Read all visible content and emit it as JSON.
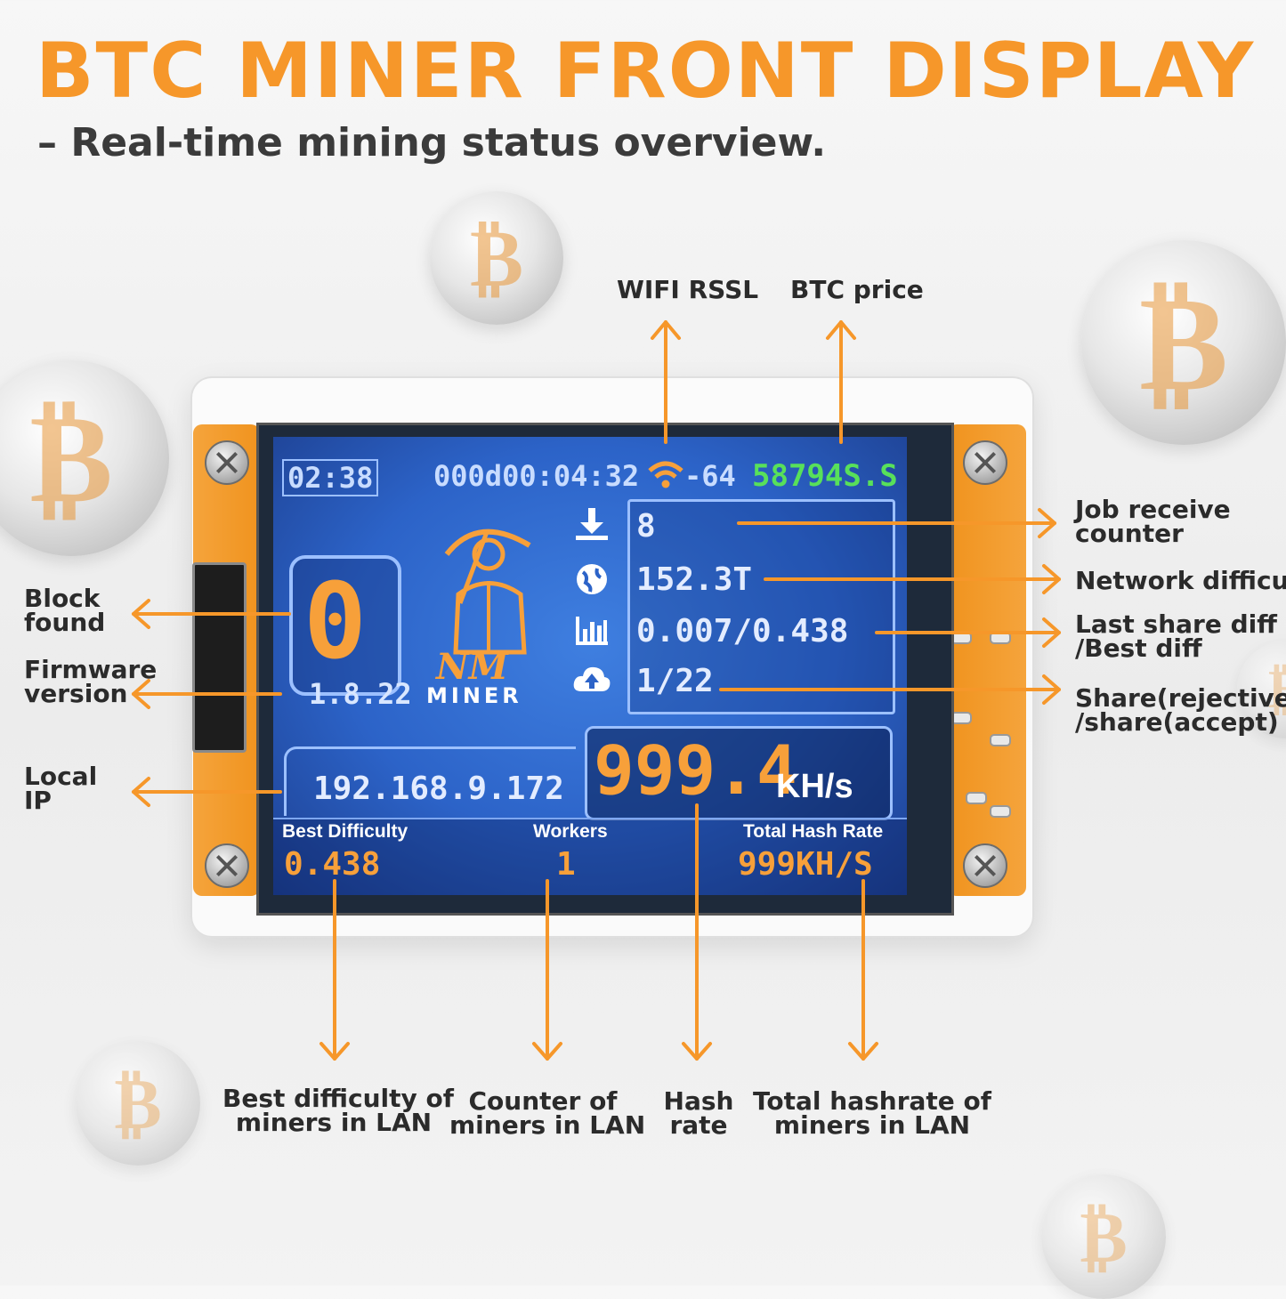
{
  "header": {
    "title": "BTC MINER FRONT DISPLAY",
    "subtitle": "– Real-time mining status overview."
  },
  "callouts": {
    "wifi": "WIFI RSSL",
    "btc_price": "BTC price",
    "job_counter": "Job receive\ncounter",
    "network_difficulty": "Network difficulty",
    "last_best_diff": "Last share diff\n/Best diff",
    "share_ratio": "Share(rejective)\n/share(accept)",
    "block_found": "Block\nfound",
    "firmware": "Firmware\nversion",
    "local_ip": "Local\nIP",
    "lan_best_diff": "Best difficulty of\nminers in LAN",
    "lan_counter": "Counter of\nminers in LAN",
    "hash_rate": "Hash\nrate",
    "lan_total_hash": "Total hashrate of\nminers in LAN"
  },
  "display": {
    "time": "02:38",
    "uptime": "000d00:04:32",
    "rssi": "-64",
    "price": "58794S.S",
    "block_found": "0",
    "firmware": "1.8.22",
    "logo_text": "NM",
    "logo_sub": "MINER",
    "job_counter": "8",
    "network_difficulty": "152.3T",
    "share_diff": "0.007/0.438",
    "shares": "1/22",
    "local_ip": "192.168.9.172",
    "hash_rate": "999.4",
    "hash_unit": "KH/s",
    "best_difficulty_label": "Best Difficulty",
    "best_difficulty": "0.438",
    "workers_label": "Workers",
    "workers": "1",
    "total_hash_label": "Total Hash Rate",
    "total_hash": "999KH/S"
  },
  "colors": {
    "accent": "#f6972a",
    "display_blue": "#2c63c8",
    "price_green": "#58e05a"
  },
  "icons": [
    "bitcoin-coin-icon",
    "download-icon",
    "globe-icon",
    "chart-icon",
    "cloud-upload-icon",
    "wifi-icon",
    "screw-icon"
  ]
}
